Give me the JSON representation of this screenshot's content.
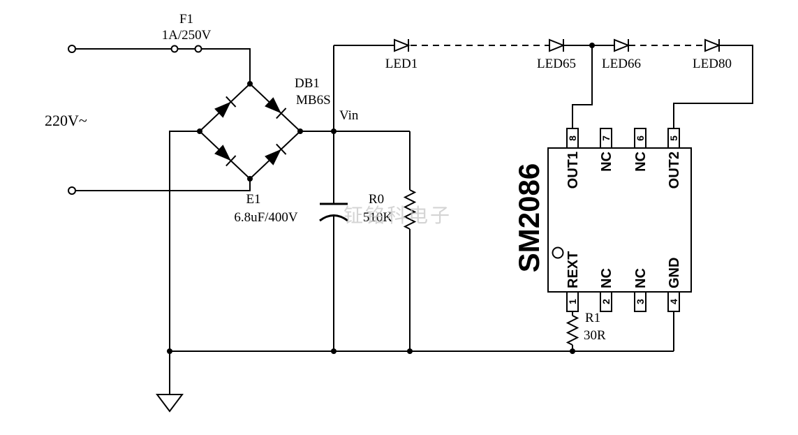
{
  "source": {
    "voltage_label": "220V~"
  },
  "fuse": {
    "ref": "F1",
    "value": "1A/250V"
  },
  "bridge": {
    "ref": "DB1",
    "part": "MB6S"
  },
  "net": {
    "vin_label": "Vin"
  },
  "capacitor": {
    "ref": "E1",
    "value": "6.8uF/400V"
  },
  "resistor_r0": {
    "ref": "R0",
    "value": "510K"
  },
  "resistor_r1": {
    "ref": "R1",
    "value": "30R"
  },
  "leds": [
    "LED1",
    "LED65",
    "LED66",
    "LED80"
  ],
  "ic": {
    "part": "SM2086",
    "top_pins": [
      {
        "num": "8",
        "label": "OUT1"
      },
      {
        "num": "7",
        "label": "NC"
      },
      {
        "num": "6",
        "label": "NC"
      },
      {
        "num": "5",
        "label": "OUT2"
      }
    ],
    "bottom_pins": [
      {
        "num": "1",
        "label": "REXT"
      },
      {
        "num": "2",
        "label": "NC"
      },
      {
        "num": "3",
        "label": "NC"
      },
      {
        "num": "4",
        "label": "GND"
      }
    ]
  },
  "watermark": "钲铭科电子",
  "colors": {
    "line": "#000000",
    "background": "#ffffff",
    "watermark": "#c6c6c6"
  }
}
